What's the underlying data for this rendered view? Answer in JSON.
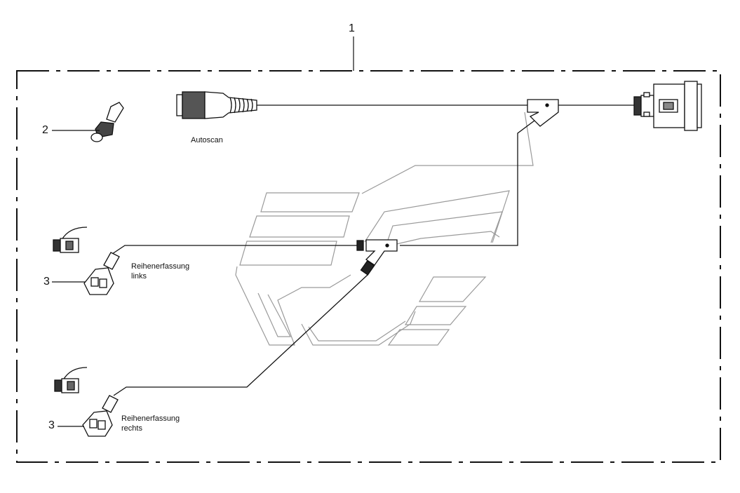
{
  "callouts": {
    "kit": "1",
    "plug": "2",
    "sensor_left": "3",
    "sensor_right": "3"
  },
  "labels": {
    "autoscan": "Autoscan",
    "row_left_line1": "Reihenerfassung",
    "row_left_line2": "links",
    "row_right_line1": "Reihenerfassung",
    "row_right_line2": "rechts"
  },
  "colors": {
    "ink": "#111111",
    "ghost": "#9a9a9a",
    "background": "#ffffff"
  }
}
